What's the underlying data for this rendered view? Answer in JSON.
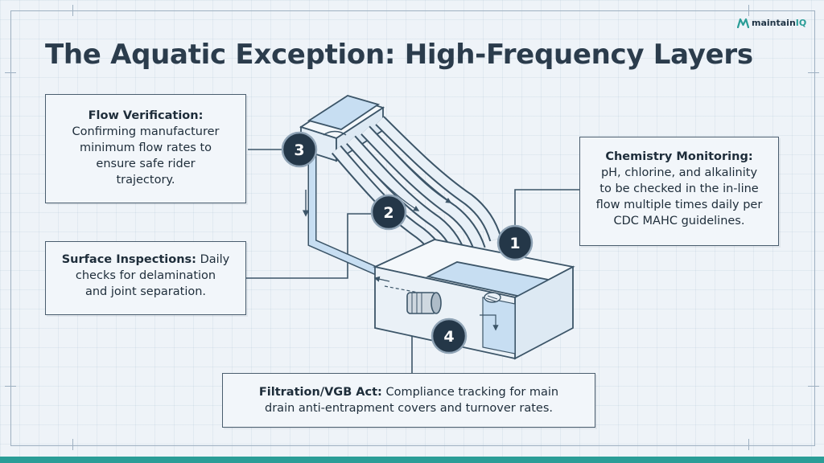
{
  "brand": {
    "name_main": "maintain",
    "name_accent": "IQ",
    "accent_color": "#2a9d97"
  },
  "title": "The Aquatic Exception: High-Frequency Layers",
  "callouts": {
    "flow": {
      "badge": "3",
      "title": "Flow Verification:",
      "lines": [
        "Confirming manufacturer",
        "minimum flow rates to",
        "ensure safe rider",
        "trajectory."
      ]
    },
    "chemistry": {
      "badge": "1",
      "title": "Chemistry Monitoring:",
      "lines": [
        "pH, chlorine, and alkalinity",
        "to be checked in the in-line",
        "flow multiple times daily per",
        "CDC MAHC guidelines."
      ]
    },
    "surface": {
      "badge": "2",
      "title": "Surface Inspections:",
      "lines": [
        "Daily",
        "checks for delamination",
        "and joint separation."
      ]
    },
    "filtration": {
      "badge": "4",
      "title": "Filtration/VGB Act:",
      "lines": [
        "Compliance tracking for main",
        "drain anti-entrapment covers and turnover rates."
      ]
    }
  },
  "colors": {
    "badge_fill": "#243748",
    "water": "#c7def2",
    "line": "#3c5568"
  }
}
